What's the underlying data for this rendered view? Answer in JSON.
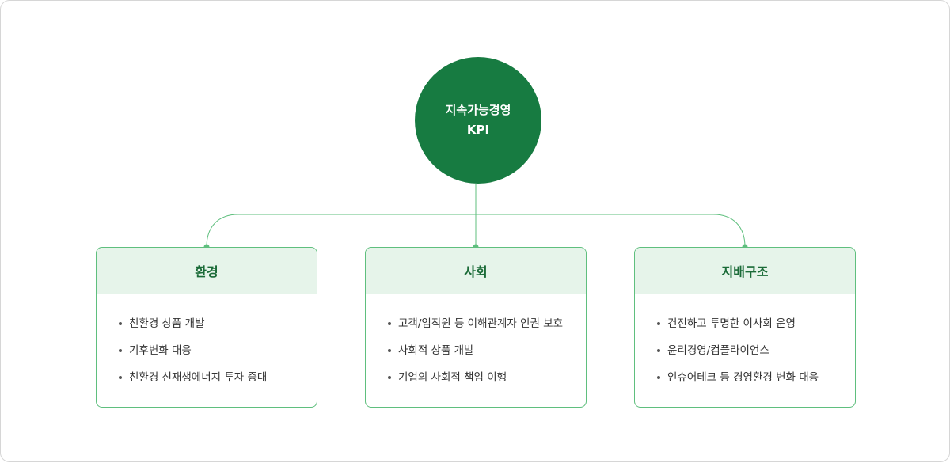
{
  "root": {
    "line1": "지속가능경영",
    "line2": "KPI"
  },
  "categories": [
    {
      "title": "환경",
      "items": [
        "친환경 상품 개발",
        "기후변화 대응",
        "친환경 신재생에너지 투자 증대"
      ]
    },
    {
      "title": "사회",
      "items": [
        "고객/임직원 등 이해관계자 인권 보호",
        "사회적 상품 개발",
        "기업의 사회적 책임 이행"
      ]
    },
    {
      "title": "지배구조",
      "items": [
        "건전하고 투명한 이사회 운영",
        "윤리경영/컴플라이언스",
        "인슈어테크 등 경영환경 변화 대응"
      ]
    }
  ],
  "colors": {
    "root_fill": "#177b41",
    "connector": "#5fbf7e",
    "card_header_bg": "#e6f4ea",
    "card_title": "#1b6b38"
  }
}
